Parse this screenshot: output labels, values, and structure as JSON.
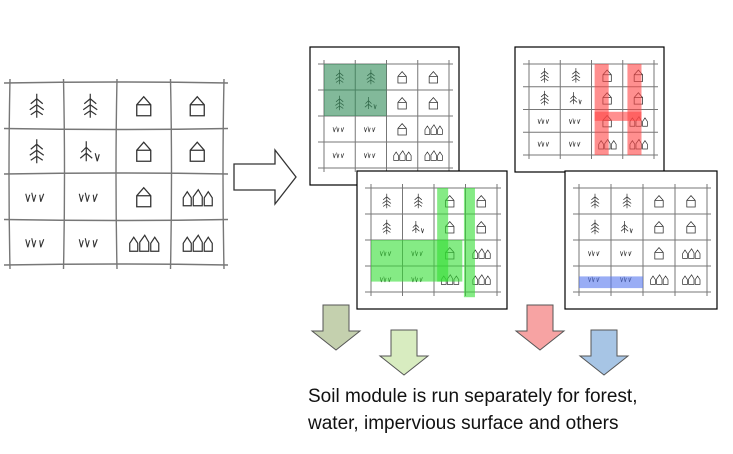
{
  "caption": {
    "line1": "Soil module is run separately for forest,",
    "line2": "water, impervious surface and others"
  },
  "highlight_colors": {
    "forest": "#2e8b57",
    "others": "#33dd33",
    "impervious": "#ff4444",
    "water": "#5577ee"
  },
  "arrow_colors": {
    "forest": "#c4d0ae",
    "others": "#d8ecc0",
    "impervious": "#f7a3a3",
    "water": "#a7c5e5"
  },
  "grid": {
    "rows": [
      [
        "tree",
        "tree",
        "house",
        "house"
      ],
      [
        "tree",
        "tree_grass",
        "house",
        "house"
      ],
      [
        "grass",
        "grass",
        "house",
        "houses"
      ],
      [
        "grass",
        "grass",
        "houses",
        "houses"
      ]
    ]
  }
}
